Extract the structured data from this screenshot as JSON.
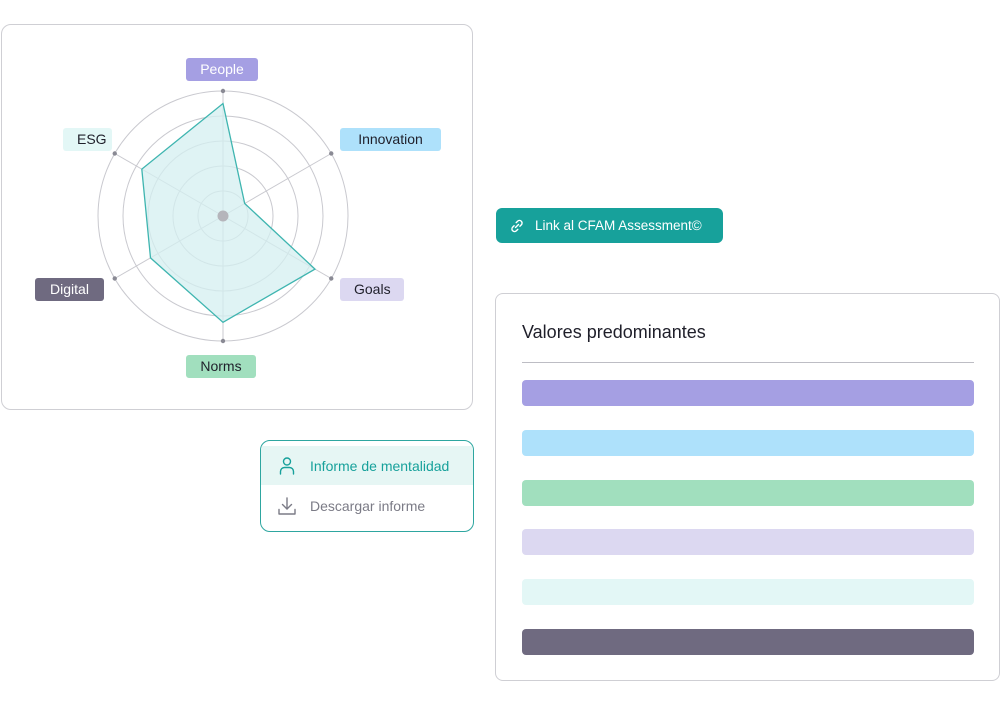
{
  "radar": {
    "labels": {
      "people": "People",
      "innovation": "Innovation",
      "goals": "Goals",
      "norms": "Norms",
      "digital": "Digital",
      "esg": "ESG"
    },
    "values": [
      0.9,
      0.2,
      0.85,
      0.85,
      0.67,
      0.75
    ],
    "colors": {
      "people": "#a59fe3",
      "innovation": "#aee1fb",
      "goals": "#dcd8f1",
      "norms": "#a1dfbe",
      "digital": "#6f6a80",
      "esg": "#e3f7f6",
      "polygon_stroke": "#3fb5b0",
      "polygon_fill": "#d4eff0"
    }
  },
  "link_button": {
    "label": "Link al CFAM Assessment©",
    "icon": "link-icon",
    "color": "#17a19b"
  },
  "menu": {
    "items": [
      {
        "label": "Informe de mentalidad",
        "icon": "person-icon"
      },
      {
        "label": "Descargar informe",
        "icon": "download-icon"
      }
    ]
  },
  "values_card": {
    "title": "Valores predominantes",
    "bar_colors": [
      "#a59fe3",
      "#aee1fb",
      "#a1dfbe",
      "#dcd8f1",
      "#e3f7f6",
      "#6f6a80"
    ]
  }
}
